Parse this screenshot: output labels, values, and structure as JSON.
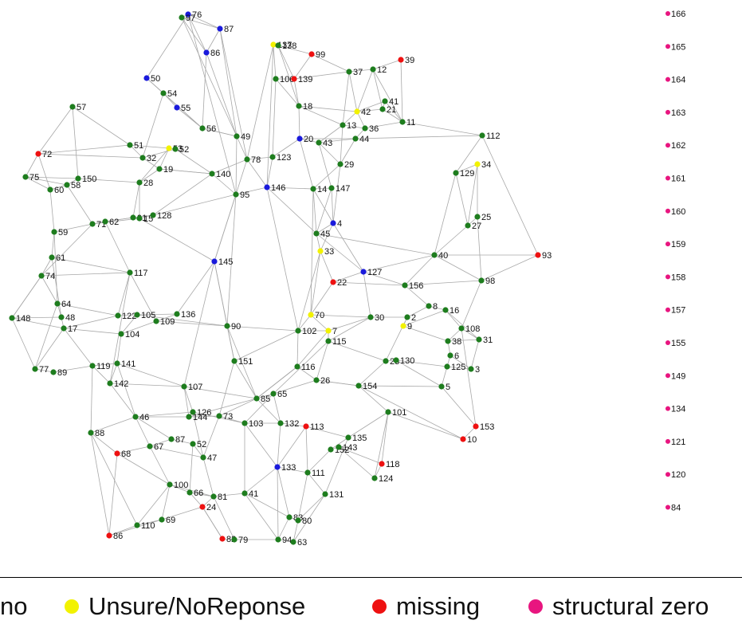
{
  "colors": {
    "green": "#1e7d1e",
    "blue": "#1a1adc",
    "yellow": "#f2f200",
    "red": "#ee1111",
    "magenta": "#e8157f",
    "edge": "#a8a8a8"
  },
  "nodes": [
    {
      "id": "76",
      "c": "blue"
    },
    {
      "id": "97",
      "c": "green"
    },
    {
      "id": "87",
      "c": "blue"
    },
    {
      "id": "86",
      "c": "blue"
    },
    {
      "id": "50",
      "c": "blue"
    },
    {
      "id": "137",
      "c": "yellow"
    },
    {
      "id": "138",
      "c": "green"
    },
    {
      "id": "99",
      "c": "red"
    },
    {
      "id": "106",
      "c": "green"
    },
    {
      "id": "139",
      "c": "red"
    },
    {
      "id": "37",
      "c": "green"
    },
    {
      "id": "12",
      "c": "green"
    },
    {
      "id": "39",
      "c": "red"
    },
    {
      "id": "54",
      "c": "green"
    },
    {
      "id": "55",
      "c": "blue"
    },
    {
      "id": "57",
      "c": "green"
    },
    {
      "id": "18",
      "c": "green"
    },
    {
      "id": "42",
      "c": "yellow"
    },
    {
      "id": "41",
      "c": "green"
    },
    {
      "id": "21",
      "c": "green"
    },
    {
      "id": "11",
      "c": "green"
    },
    {
      "id": "13",
      "c": "green"
    },
    {
      "id": "36",
      "c": "green"
    },
    {
      "id": "56",
      "c": "green"
    },
    {
      "id": "49",
      "c": "green"
    },
    {
      "id": "20",
      "c": "blue"
    },
    {
      "id": "43",
      "c": "green"
    },
    {
      "id": "44",
      "c": "green"
    },
    {
      "id": "112",
      "c": "green"
    },
    {
      "id": "72",
      "c": "red"
    },
    {
      "id": "51",
      "c": "green"
    },
    {
      "id": "53",
      "c": "yellow"
    },
    {
      "id": "52",
      "c": "green"
    },
    {
      "id": "32",
      "c": "green"
    },
    {
      "id": "78",
      "c": "green"
    },
    {
      "id": "123",
      "c": "green"
    },
    {
      "id": "29",
      "c": "green"
    },
    {
      "id": "34",
      "c": "yellow"
    },
    {
      "id": "129",
      "c": "green"
    },
    {
      "id": "75",
      "c": "green"
    },
    {
      "id": "150",
      "c": "green"
    },
    {
      "id": "19",
      "c": "green"
    },
    {
      "id": "140",
      "c": "green"
    },
    {
      "id": "58",
      "c": "green"
    },
    {
      "id": "60",
      "c": "green"
    },
    {
      "id": "28",
      "c": "green"
    },
    {
      "id": "146",
      "c": "blue"
    },
    {
      "id": "14",
      "c": "green"
    },
    {
      "id": "147",
      "c": "green"
    },
    {
      "id": "95",
      "c": "green"
    },
    {
      "id": "25",
      "c": "green"
    },
    {
      "id": "27",
      "c": "green"
    },
    {
      "id": "71",
      "c": "green"
    },
    {
      "id": "62",
      "c": "green"
    },
    {
      "id": "91",
      "c": "green"
    },
    {
      "id": "15",
      "c": "green"
    },
    {
      "id": "128",
      "c": "green"
    },
    {
      "id": "4",
      "c": "blue"
    },
    {
      "id": "59",
      "c": "green"
    },
    {
      "id": "45",
      "c": "green"
    },
    {
      "id": "93",
      "c": "red"
    },
    {
      "id": "33",
      "c": "yellow"
    },
    {
      "id": "40",
      "c": "green"
    },
    {
      "id": "61",
      "c": "green"
    },
    {
      "id": "145",
      "c": "blue"
    },
    {
      "id": "127",
      "c": "blue"
    },
    {
      "id": "117",
      "c": "green"
    },
    {
      "id": "74",
      "c": "green"
    },
    {
      "id": "22",
      "c": "red"
    },
    {
      "id": "98",
      "c": "green"
    },
    {
      "id": "156",
      "c": "green"
    },
    {
      "id": "64",
      "c": "green"
    },
    {
      "id": "8",
      "c": "green"
    },
    {
      "id": "16",
      "c": "green"
    },
    {
      "id": "70",
      "c": "yellow"
    },
    {
      "id": "148",
      "c": "green"
    },
    {
      "id": "48",
      "c": "green"
    },
    {
      "id": "122",
      "c": "green"
    },
    {
      "id": "105",
      "c": "green"
    },
    {
      "id": "136",
      "c": "green"
    },
    {
      "id": "30",
      "c": "green"
    },
    {
      "id": "2",
      "c": "green"
    },
    {
      "id": "109",
      "c": "green"
    },
    {
      "id": "90",
      "c": "green"
    },
    {
      "id": "17",
      "c": "green"
    },
    {
      "id": "104",
      "c": "green"
    },
    {
      "id": "102",
      "c": "green"
    },
    {
      "id": "7",
      "c": "yellow"
    },
    {
      "id": "9",
      "c": "yellow"
    },
    {
      "id": "108",
      "c": "green"
    },
    {
      "id": "31",
      "c": "green"
    },
    {
      "id": "38",
      "c": "green"
    },
    {
      "id": "115",
      "c": "green"
    },
    {
      "id": "6",
      "c": "green"
    },
    {
      "id": "151",
      "c": "green"
    },
    {
      "id": "23",
      "c": "green"
    },
    {
      "id": "130",
      "c": "green"
    },
    {
      "id": "125",
      "c": "green"
    },
    {
      "id": "3",
      "c": "green"
    },
    {
      "id": "119",
      "c": "green"
    },
    {
      "id": "141",
      "c": "green"
    },
    {
      "id": "116",
      "c": "green"
    },
    {
      "id": "77",
      "c": "green"
    },
    {
      "id": "89",
      "c": "green"
    },
    {
      "id": "26",
      "c": "green"
    },
    {
      "id": "154",
      "c": "green"
    },
    {
      "id": "5",
      "c": "green"
    },
    {
      "id": "142",
      "c": "green"
    },
    {
      "id": "107",
      "c": "green"
    },
    {
      "id": "85",
      "c": "green"
    },
    {
      "id": "65",
      "c": "green"
    },
    {
      "id": "101",
      "c": "green"
    },
    {
      "id": "46",
      "c": "green"
    },
    {
      "id": "126",
      "c": "green"
    },
    {
      "id": "144",
      "c": "green"
    },
    {
      "id": "73",
      "c": "green"
    },
    {
      "id": "103",
      "c": "green"
    },
    {
      "id": "132",
      "c": "green"
    },
    {
      "id": "113",
      "c": "red"
    },
    {
      "id": "153",
      "c": "red"
    },
    {
      "id": "88",
      "c": "green"
    },
    {
      "id": "135",
      "c": "green"
    },
    {
      "id": "10",
      "c": "red"
    },
    {
      "id": "87b",
      "label": "87",
      "c": "green"
    },
    {
      "id": "67",
      "c": "green"
    },
    {
      "id": "52b",
      "label": "52",
      "c": "green"
    },
    {
      "id": "152",
      "c": "green"
    },
    {
      "id": "143",
      "c": "green"
    },
    {
      "id": "68",
      "c": "red"
    },
    {
      "id": "47",
      "c": "green"
    },
    {
      "id": "118",
      "c": "red"
    },
    {
      "id": "133",
      "c": "blue"
    },
    {
      "id": "111",
      "c": "green"
    },
    {
      "id": "124",
      "c": "green"
    },
    {
      "id": "100",
      "c": "green"
    },
    {
      "id": "66",
      "c": "green"
    },
    {
      "id": "81",
      "c": "green"
    },
    {
      "id": "41b",
      "label": "41",
      "c": "green"
    },
    {
      "id": "131",
      "c": "green"
    },
    {
      "id": "24",
      "c": "red"
    },
    {
      "id": "69",
      "c": "green"
    },
    {
      "id": "110",
      "c": "green"
    },
    {
      "id": "83",
      "c": "green"
    },
    {
      "id": "80",
      "c": "green"
    },
    {
      "id": "86b",
      "label": "86",
      "c": "red"
    },
    {
      "id": "82",
      "c": "red"
    },
    {
      "id": "79",
      "c": "green"
    },
    {
      "id": "94",
      "c": "green"
    },
    {
      "id": "63",
      "c": "green"
    }
  ],
  "isolates": [
    "166",
    "165",
    "164",
    "163",
    "162",
    "161",
    "160",
    "159",
    "158",
    "157",
    "155",
    "149",
    "134",
    "121",
    "120",
    "84"
  ],
  "legend": [
    {
      "label": "no",
      "color": "#1e7d1e"
    },
    {
      "label": "Unsure/NoReponse",
      "color": "#f2f200"
    },
    {
      "label": "missing",
      "color": "#ee1111"
    },
    {
      "label": "structural zero",
      "color": "#e8157f"
    }
  ]
}
